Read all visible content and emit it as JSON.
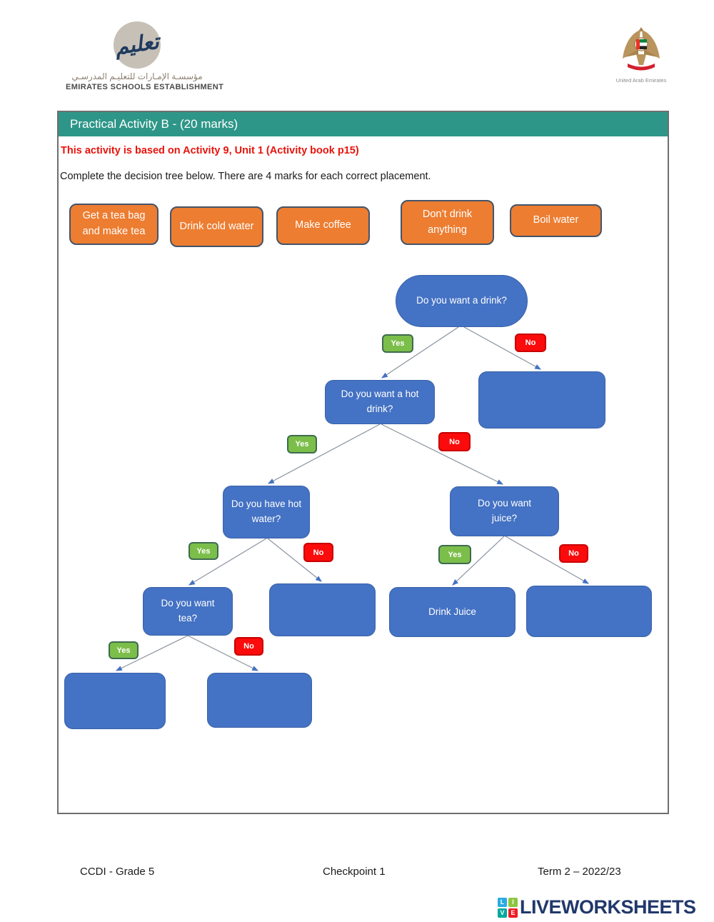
{
  "page": {
    "ese": {
      "logo_word": "تعليم",
      "name_ar": "مؤسسـة الإمـارات للتعليـم المدرسـي",
      "name_en": "EMIRATES SCHOOLS ESTABLISHMENT"
    },
    "uae": {
      "caption": "United Arab Emirates"
    }
  },
  "worksheet": {
    "title": "Practical Activity B - (20 marks)",
    "note": "This activity is based on Activity 9, Unit 1 (Activity book p15)",
    "instruction": "Complete the decision tree below. There are 4 marks for each correct placement."
  },
  "draggables": [
    {
      "label": "Get a tea bag and make tea"
    },
    {
      "label": "Drink cold water"
    },
    {
      "label": "Make coffee"
    },
    {
      "label": "Don’t drink anything"
    },
    {
      "label": "Boil water"
    }
  ],
  "tree": {
    "root": "Do you want a drink?",
    "hot_drink": "Do you want a hot drink?",
    "hot_water": "Do you have hot water?",
    "juice": "Do you want juice?",
    "tea": "Do you want tea?",
    "drink_juice": "Drink Juice",
    "yes": "Yes",
    "no": "No"
  },
  "footer": {
    "left": "CCDI - Grade 5",
    "center": "Checkpoint 1",
    "right": "Term 2 – 2022/23"
  },
  "branding": {
    "tiles": [
      "L",
      "I",
      "V",
      "E"
    ],
    "text": "LIVEWORKSHEETS"
  },
  "colors": {
    "header_teal": "#2e9688",
    "note_red": "#e8140c",
    "node_blue": "#4472c4",
    "chip_green": "#7cbe4a",
    "chip_red": "#fb0b0b",
    "drag_orange": "#ed7d31"
  }
}
